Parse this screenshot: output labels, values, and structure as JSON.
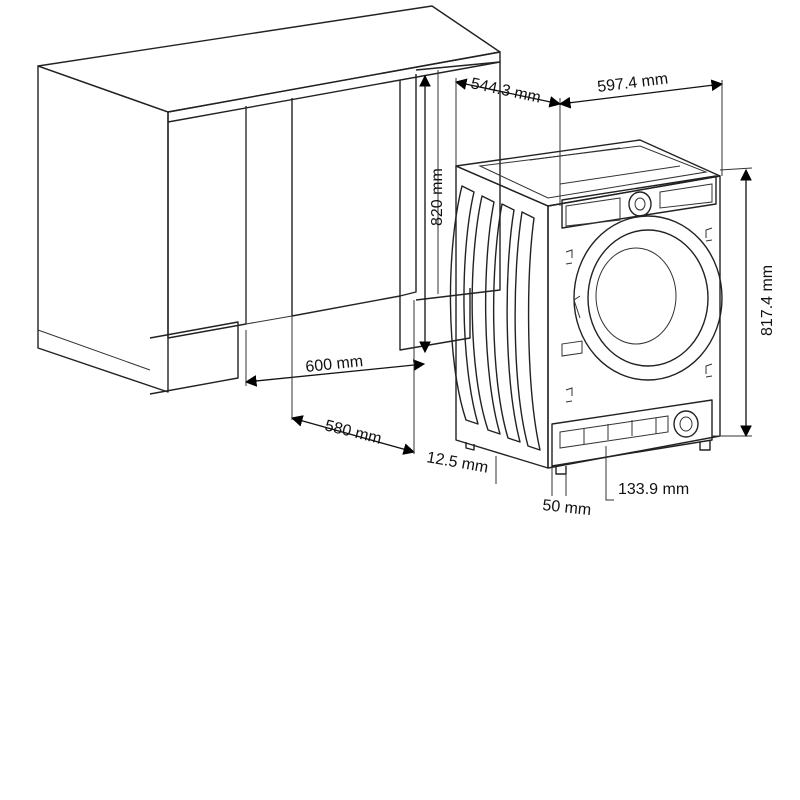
{
  "diagram": {
    "labels": {
      "depth_top": "544.3 mm",
      "width_top": "597.4 mm",
      "cabinet_height": "820 mm",
      "machine_height": "817.4 mm",
      "cabinet_width": "600 mm",
      "cabinet_depth": "580 mm",
      "foot_offset": "12.5 mm",
      "plinth_height": "133.9 mm",
      "plinth_recess": "50 mm"
    }
  }
}
